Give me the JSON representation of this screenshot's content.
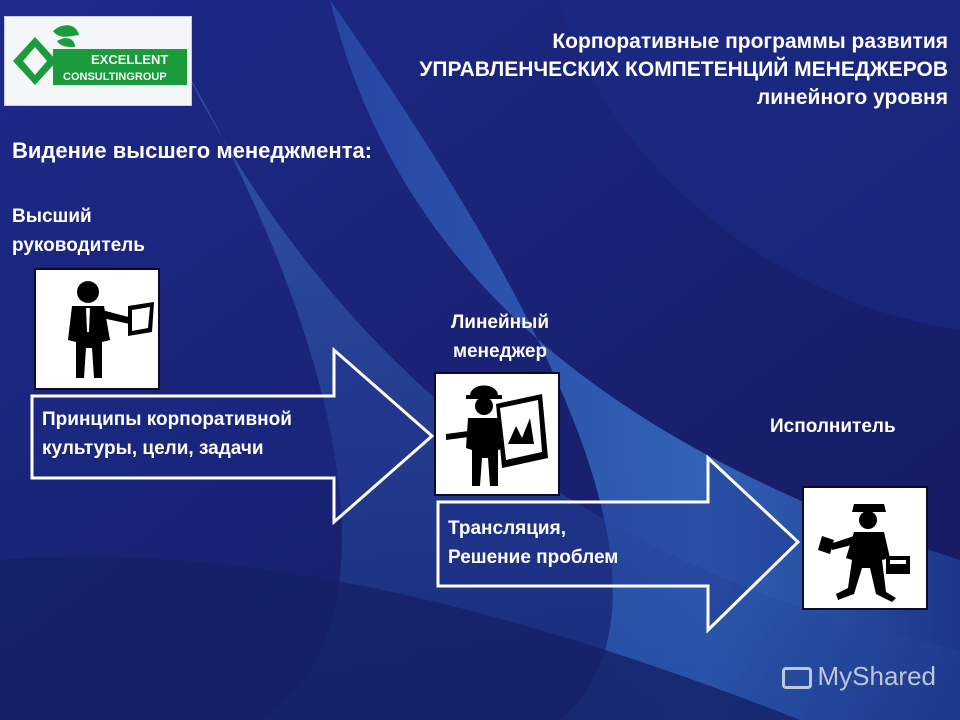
{
  "header": {
    "line1": "Корпоративные программы развития",
    "line2": "УПРАВЛЕНЧЕСКИХ КОМПЕТЕНЦИЙ МЕНЕДЖЕРОВ",
    "line3": "линейного уровня"
  },
  "logo": {
    "word1": "EXCELLENT",
    "word2": "CONSULTINGROUP",
    "icon": "leaf-diamond-logo"
  },
  "subtitle": "Видение высшего менеджмента:",
  "roles": {
    "top_manager": {
      "line1": "Высший",
      "line2": "руководитель",
      "icon": "presenter-icon"
    },
    "line_manager": {
      "line1": "Линейный",
      "line2": "менеджер",
      "icon": "worker-with-plan-icon"
    },
    "executor": {
      "label": "Исполнитель",
      "icon": "repairman-icon"
    }
  },
  "arrows": {
    "first": {
      "line1": "Принципы корпоративной",
      "line2": "культуры, цели, задачи"
    },
    "second": {
      "line1": "Трансляция,",
      "line2": "Решение проблем"
    }
  },
  "watermark": "MyShared",
  "colors": {
    "background": "#1a1a6e",
    "wave": "#2f5fb8",
    "text": "#ffffff",
    "logo_green": "#1a9b3c"
  }
}
